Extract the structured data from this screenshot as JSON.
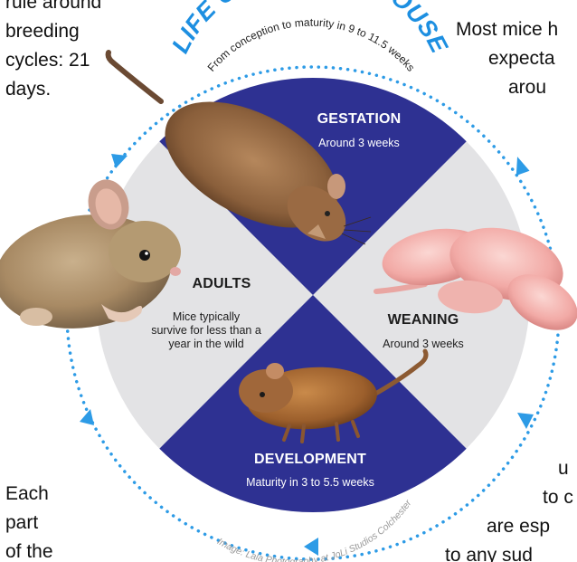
{
  "title": "LIFE CYCLE OF A MOUSE",
  "subtitle": "From conception to maturity in 9 to 11.5 weeks",
  "credit": "Image: Lala Photography at JoLi Studios Colchester",
  "colors": {
    "title_blue": "#1d8fe1",
    "segment_blue": "#2e3192",
    "segment_grey": "#e3e3e5",
    "dots": "#2d9be6",
    "label_dark": "#1d1d1d"
  },
  "stages": {
    "gestation": {
      "title": "GESTATION",
      "lines": [
        "Around 3 weeks"
      ]
    },
    "weaning": {
      "title": "WEANING",
      "lines": [
        "Around 3 weeks"
      ]
    },
    "development": {
      "title": "DEVELOPMENT",
      "lines": [
        "Maturity in 3 to 5.5 weeks"
      ]
    },
    "adults": {
      "title": "ADULTS",
      "lines": [
        "Mice typically",
        "survive for less than a",
        "year in the wild"
      ]
    }
  },
  "surrounding_text": {
    "left_top": [
      "rule around",
      "breeding",
      "cycles: 21",
      "days."
    ],
    "left_bottom": [
      "Each",
      "part",
      "of the"
    ],
    "right_top": [
      "Most mice h",
      "expecta",
      "arou"
    ],
    "right_bottom": [
      "u",
      "to c",
      "are esp",
      "to any sud"
    ]
  },
  "images": [
    "gestation-mouse",
    "adult-mouse",
    "newborn-pups",
    "young-mouse"
  ]
}
